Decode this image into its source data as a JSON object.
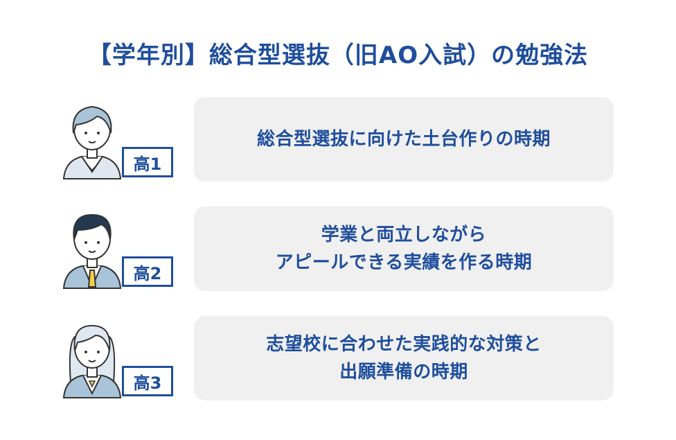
{
  "title": "【学年別】総合型選抜（旧AO入試）の勉強法",
  "rows": [
    {
      "grade": "高1",
      "lines": [
        "総合型選抜に向けた土台作りの時期"
      ]
    },
    {
      "grade": "高2",
      "lines": [
        "学業と両立しながら",
        "アピールできる実績を作る時期"
      ]
    },
    {
      "grade": "高3",
      "lines": [
        "志望校に合わせた実践的な対策と",
        "出願準備の時期"
      ]
    }
  ],
  "colors": {
    "accent": "#1f4e9c",
    "card": "#f0f0f0",
    "uniform": "#a9c3d8"
  },
  "icons": [
    "student-girl-icon",
    "student-boy-icon",
    "student-girl-long-hair-icon"
  ]
}
